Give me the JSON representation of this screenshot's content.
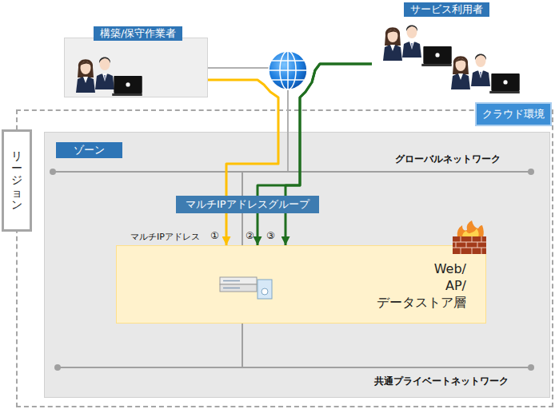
{
  "diagram": {
    "nodes": [
      {
        "text": [
          "構築/保守作業者"
        ]
      },
      {
        "text": [
          "サービス利用者"
        ]
      },
      {
        "text": [
          "クラウド環境"
        ]
      },
      {
        "text": [
          "リージョン"
        ]
      },
      {
        "text": [
          "ゾーン"
        ],
        "in": 2
      },
      {
        "text": [
          "マルチIPアドレスグループ"
        ],
        "in": 4
      },
      {
        "text": [
          "Web/ AP/ データストア層"
        ],
        "in": 4
      }
    ],
    "edges": [
      {
        "from": 0,
        "to": 6,
        "arrow": "to"
      },
      {
        "from": 1,
        "to": 6,
        "arrow": "to"
      },
      {
        "from": 1,
        "to": 6,
        "arrow": "to"
      }
    ],
    "labels": [
      "グローバルネットワーク",
      "マルチIPアドレス",
      "①",
      "②",
      "③",
      "共通プライベートネットワーク"
    ]
  }
}
